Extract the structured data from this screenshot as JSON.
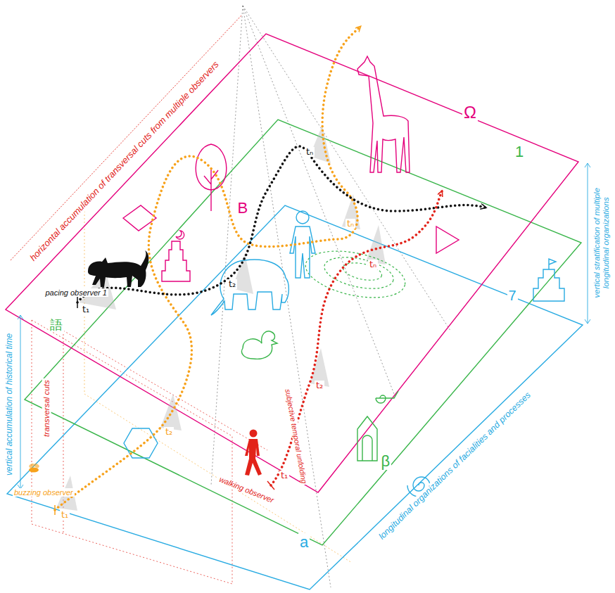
{
  "diagram": {
    "labels": [
      "horizontal accumulation of transversal cuts from multiple observers",
      "vertical stratification of multiple longitudinal organizations",
      "vertical accumulation of historical time",
      "longitudinal organizations of facialities and processes",
      "transversal cuts",
      "pacing observer 1",
      "buzzing observer",
      "walking observer",
      "subjective temporal unfolding",
      "t₁",
      "t₂",
      "tₙ",
      "t₁",
      "t₂",
      "tₙ",
      "t₁",
      "t₂",
      "tₙ",
      "Ω",
      "B",
      "1",
      "β",
      "語",
      "a",
      "7"
    ]
  }
}
